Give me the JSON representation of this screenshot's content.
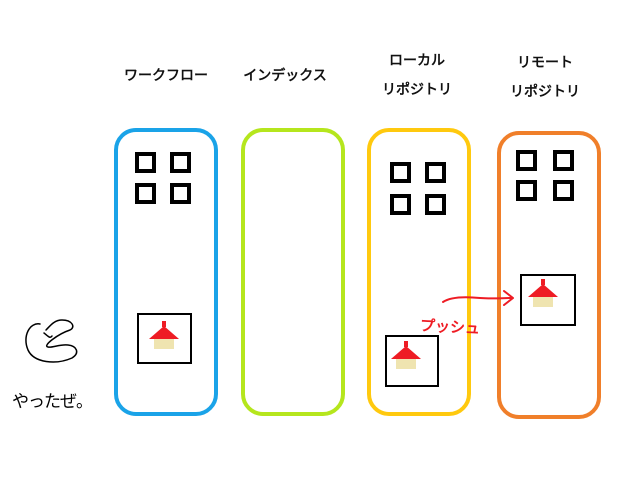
{
  "columns": [
    {
      "id": "workflow",
      "label_lines": [
        "ワークフロー"
      ],
      "color": "#1aa3e8",
      "has_files": true,
      "has_house": true
    },
    {
      "id": "index",
      "label_lines": [
        "インデックス"
      ],
      "color": "#b5e61d",
      "has_files": false,
      "has_house": false
    },
    {
      "id": "local",
      "label_lines": [
        "ローカル",
        "リポジトリ"
      ],
      "color": "#ffc90e",
      "has_files": true,
      "has_house": true
    },
    {
      "id": "remote",
      "label_lines": [
        "リモート",
        "リポジトリ"
      ],
      "color": "#f07f2a",
      "has_files": true,
      "has_house": true
    }
  ],
  "push": {
    "label": "プッシュ",
    "color": "#ee1c24"
  },
  "caption": {
    "text": "やったぜ。"
  },
  "icons": {
    "file": "square-icon",
    "house": "house-icon",
    "arrow": "arrow-right-icon",
    "mascot": "doodle-face-icon"
  },
  "colors": {
    "roof": "#ee1c24",
    "wall": "#efe4b0",
    "ink": "#000000"
  }
}
